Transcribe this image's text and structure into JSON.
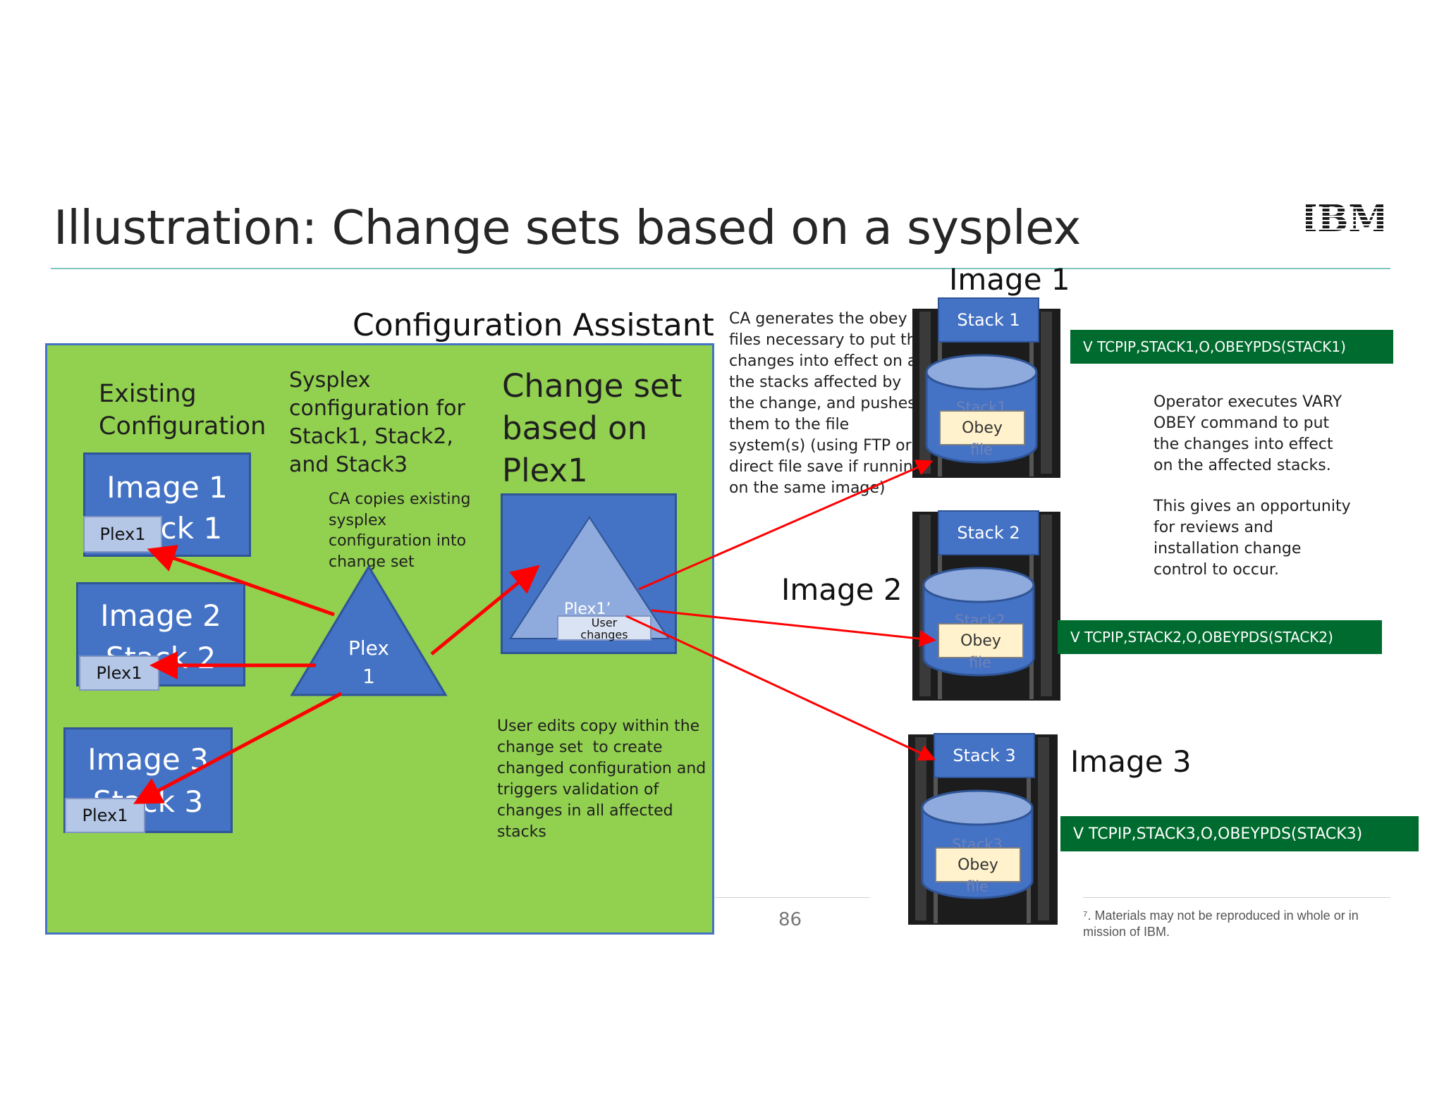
{
  "slide": {
    "title": "Illustration: Change sets based on a sysplex",
    "logo": "IBM",
    "page_number": "86",
    "footer_text": "⁷. Materials may not be reproduced in whole or in\nmission of IBM."
  },
  "ca_panel": {
    "title": "Configuration Assistant",
    "existing_config": "Existing\nConfiguration",
    "sysplex_config": "Sysplex\nconfiguration for\nStack1, Stack2,\nand Stack3",
    "ca_copies": "CA copies existing\nsysplex\nconfiguration into\nchange set",
    "change_set_title": "Change set\nbased on\nPlex1",
    "user_edits": "User edits copy within the\nchange set  to create\nchanged configuration and\ntriggers validation of\nchanges in all affected\nstacks",
    "images": [
      {
        "line1": "Image 1",
        "line2": "Stack 1",
        "tag": "Plex1"
      },
      {
        "line1": "Image 2",
        "line2": "Stack 2",
        "tag": "Plex1"
      },
      {
        "line1": "Image 3",
        "line2": "Stack 3",
        "tag": "Plex1"
      }
    ],
    "plex_triangle": "Plex\n1",
    "plex_prime": "Plex1’",
    "user_changes": "User\nchanges"
  },
  "ca_generates": "CA generates the obey\nfiles necessary to put the\nchanges into effect on all\nthe stacks affected by\nthe change, and pushes\nthem to the file\nsystem(s) (using FTP or\ndirect file save if running\non the same image)",
  "operator_text": "Operator executes VARY\nOBEY command to put\nthe changes into effect\non the affected stacks.",
  "opportunity_text": "This gives an opportunity\nfor reviews and\ninstallation change\ncontrol to occur.",
  "servers": [
    {
      "image_label": "Image 1",
      "stack": "Stack 1",
      "faint_top": "Stack1",
      "obey": "Obey",
      "faint_bottom": "file",
      "command": "V TCPIP,STACK1,O,OBEYPDS(STACK1)"
    },
    {
      "image_label": "Image 2",
      "stack": "Stack 2",
      "faint_top": "Stack2",
      "obey": "Obey",
      "faint_bottom": "file",
      "command": "V TCPIP,STACK2,O,OBEYPDS(STACK2)"
    },
    {
      "image_label": "Image 3",
      "stack": "Stack 3",
      "faint_top": "Stack3",
      "obey": "Obey",
      "faint_bottom": "file",
      "command": "V TCPIP,STACK3,O,OBEYPDS(STACK3)"
    }
  ],
  "colors": {
    "panel_green": "#92d050",
    "box_blue": "#4472c4",
    "tag_blue": "#b4c7e7",
    "arrow_red": "#ff0000",
    "command_green": "#006b2e",
    "obey_yellow": "#fff2cc"
  }
}
